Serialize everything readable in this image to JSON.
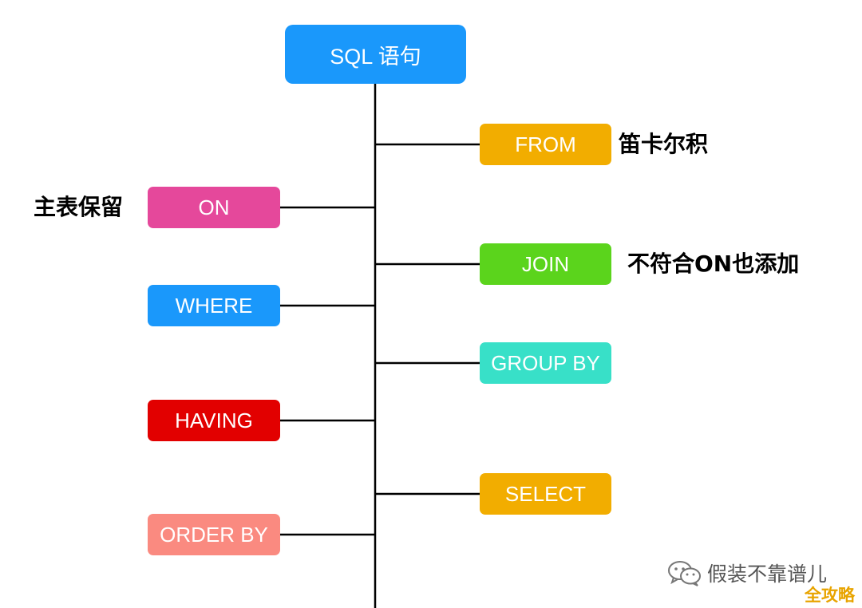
{
  "root": {
    "label": "SQL 语句",
    "color": "#1a98fb"
  },
  "right_nodes": [
    {
      "key": "from",
      "label": "FROM",
      "color": "#f2ad00",
      "note": "笛卡尔积"
    },
    {
      "key": "join",
      "label": "JOIN",
      "color": "#5bd41c",
      "note": "不符合ON也添加"
    },
    {
      "key": "group-by",
      "label": "GROUP BY",
      "color": "#38e0c8",
      "note": ""
    },
    {
      "key": "select",
      "label": "SELECT",
      "color": "#f2ad00",
      "note": ""
    }
  ],
  "left_nodes": [
    {
      "key": "on",
      "label": "ON",
      "color": "#e5489b",
      "note": "主表保留"
    },
    {
      "key": "where",
      "label": "WHERE",
      "color": "#1a98fb",
      "note": ""
    },
    {
      "key": "having",
      "label": "HAVING",
      "color": "#e20000",
      "note": ""
    },
    {
      "key": "order-by",
      "label": "ORDER BY",
      "color": "#fa8a80",
      "note": ""
    }
  ],
  "watermark": {
    "text": "假装不靠谱儿",
    "icon": "wechat-icon"
  },
  "corner_logo": {
    "text": "全攻略",
    "color": "#e8a400"
  }
}
